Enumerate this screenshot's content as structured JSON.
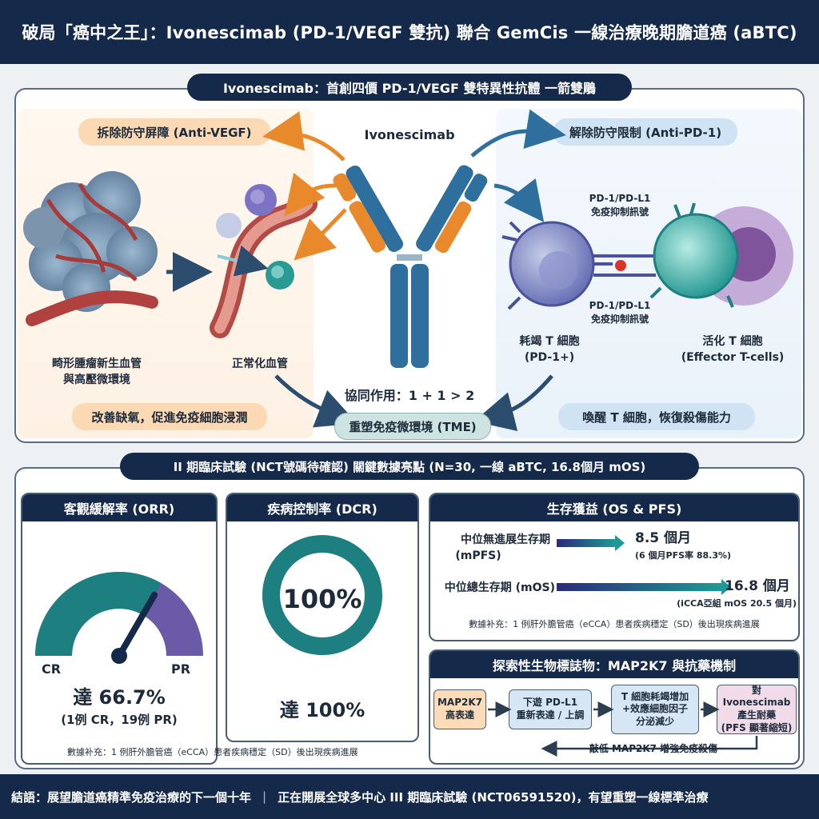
{
  "header": {
    "title": "破局「癌中之王」：Ivonescimab (PD-1/VEGF 雙抗) 聯合 GemCis 一線治療晚期膽道癌 (aBTC)"
  },
  "mechanism": {
    "title": "Ivonescimab：首創四價 PD-1/VEGF 雙特異性抗體 一箭雙鵰",
    "antibody_label": "Ivonescimab",
    "anti_vegf": "拆除防守屏障 (Anti-VEGF)",
    "anti_pd1": "解除防守限制 (Anti-PD-1)",
    "tumor_label_1": "畸形腫瘤新生血管",
    "tumor_label_2": "與高壓微環境",
    "vessel_label": "正常化血管",
    "signal_top_1": "PD-1/PD-L1",
    "signal_top_2": "免疫抑制訊號",
    "signal_bottom_1": "PD-1/PD-L1",
    "signal_bottom_2": "免疫抑制訊號",
    "exhausted_1": "耗竭 T 細胞",
    "exhausted_2": "(PD-1+)",
    "activated_1": "活化 T 細胞",
    "activated_2": "(Effector T-cells)",
    "left_benefit": "改善缺氧，促進免疫細胞浸潤",
    "right_benefit": "喚醒 T 細胞，恢復殺傷能力",
    "synergy": "協同作用：1 + 1 > 2",
    "tme": "重塑免疫微環境 (TME)"
  },
  "trial": {
    "title": "II 期臨床試驗 (NCT號碼待確認) 關鍵數據亮點 (N=30, 一線 aBTC, 16.8個月 mOS)",
    "orr": {
      "header": "客觀緩解率 (ORR)",
      "cr_label": "CR",
      "pr_label": "PR",
      "value_text": "達 66.7%",
      "detail": "(1例 CR，19例 PR)",
      "value": 66.7,
      "note": "數據补充：1 例肝外膽管癌（eCCA）患者疾病穩定（SD）後出現疾病進展"
    },
    "dcr": {
      "header": "疾病控制率 (DCR)",
      "center": "100%",
      "value_text": "達 100%",
      "value": 100
    },
    "survival": {
      "header": "生存獲益 (OS & PFS)",
      "pfs_label_1": "中位無進展生存期",
      "pfs_label_2": "(mPFS)",
      "pfs_value": "8.5 個月",
      "pfs_note": "(6 個月PFS率 88.3%)",
      "pfs_months": 8.5,
      "os_label": "中位總生存期 (mOS)",
      "os_value": "16.8 個月",
      "os_note": "(iCCA亞組 mOS 20.5 個月)",
      "os_months": 16.8,
      "note": "數據补充：1 例肝外膽管癌（eCCA）患者疾病穩定（SD）後出現疾病進展"
    },
    "biomarker": {
      "header": "探索性生物標誌物：MAP2K7 與抗藥機制",
      "step1_1": "MAP2K7",
      "step1_2": "高表達",
      "step2_1": "下遊 PD-L1",
      "step2_2": "重新表達 / 上調",
      "step3_1": "T 細胞耗竭增加",
      "step3_2": "+效應細胞因子",
      "step3_3": "分泌減少",
      "step4_1": "對 Ivonescimab",
      "step4_2": "產生耐藥",
      "step4_3": "(PFS 顯著縮短)",
      "feedback": "敲低 MAP2K7 增強免疫殺傷"
    }
  },
  "footer": {
    "left": "結語：展望膽道癌精準免疫治療的下一個十年",
    "divider": "|",
    "right": "正在開展全球多中心 III 期臨床試驗 (NCT06591520)，有望重塑一線標準治療"
  },
  "colors": {
    "navy": "#15294a",
    "teal": "#1e7f80",
    "orange": "#e8892c",
    "purple": "#6a5aa8",
    "blue": "#2e6f9e"
  }
}
